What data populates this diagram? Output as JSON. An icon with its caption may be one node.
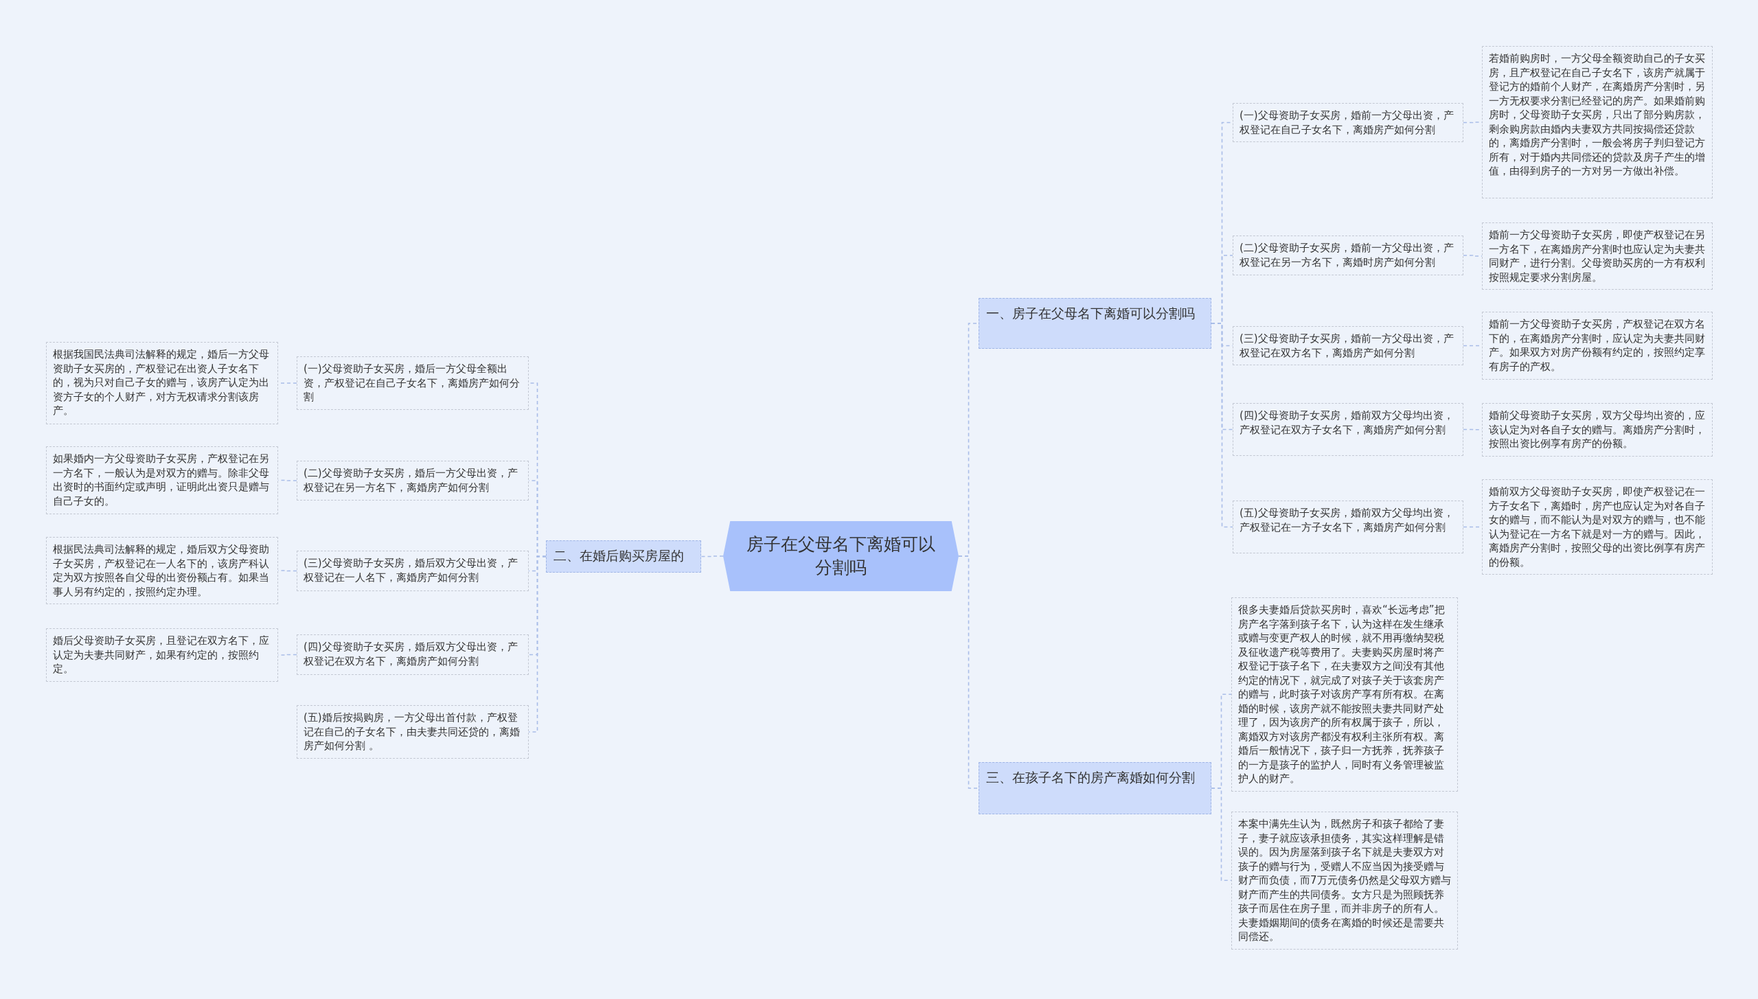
{
  "diagram": {
    "nodes": [
      {
        "text": [
          "房子在父母名下离婚可以分割吗"
        ]
      },
      {
        "text": [
          "一、房子在父母名下离婚可以分割吗"
        ]
      },
      {
        "text": [
          "(一)父母资助子女买房，婚前一方父母出资，产权登记在自己子女名下，离婚房产如何分割"
        ]
      },
      {
        "text": [
          "若婚前购房时，一方父母全额资助自己的子女买房，且产权登记在自己子女名下，该房产就属于登记方的婚前个人财产，在离婚房产分割时，另一方无权要求分割已经登记的房产。如果婚前购房时，父母资助子女买房，只出了部分购房款，剩余购房款由婚内夫妻双方共同按揭偿还贷款的，离婚房产分割时，一般会将房子判归登记方所有，对于婚内共同偿还的贷款及房子产生的增值，由得到房子的一方对另一方做出补偿。"
        ]
      },
      {
        "text": [
          "(二)父母资助子女买房，婚前一方父母出资，产权登记在另一方名下，离婚时房产如何分割"
        ]
      },
      {
        "text": [
          "婚前一方父母资助子女买房，即使产权登记在另一方名下，在离婚房产分割时也应认定为夫妻共同财产，进行分割。父母资助买房的一方有权利按照规定要求分割房屋。"
        ]
      },
      {
        "text": [
          "(三)父母资助子女买房，婚前一方父母出资，产权登记在双方名下，离婚房产如何分割"
        ]
      },
      {
        "text": [
          "婚前一方父母资助子女买房，产权登记在双方名下的，在离婚房产分割时，应认定为夫妻共同财产。如果双方对房产份额有约定的，按照约定享有房子的产权。"
        ]
      },
      {
        "text": [
          "(四)父母资助子女买房，婚前双方父母均出资，产权登记在双方子女名下，离婚房产如何分割"
        ]
      },
      {
        "text": [
          "婚前父母资助子女买房，双方父母均出资的，应该认定为对各自子女的赠与。离婚房产分割时，按照出资比例享有房产的份额。"
        ]
      },
      {
        "text": [
          "(五)父母资助子女买房，婚前双方父母均出资，产权登记在一方子女名下，离婚房产如何分割"
        ]
      },
      {
        "text": [
          "婚前双方父母资助子女买房，即使产权登记在一方子女名下，离婚时，房产也应认定为对各自子女的赠与，而不能认为是对双方的赠与，也不能认为登记在一方名下就是对一方的赠与。因此，离婚房产分割时，按照父母的出资比例享有房产的份额。"
        ]
      },
      {
        "text": [
          "二、在婚后购买房屋的"
        ]
      },
      {
        "text": [
          "(一)父母资助子女买房，婚后一方父母全额出资，产权登记在自己子女名下，离婚房产如何分割"
        ]
      },
      {
        "text": [
          "根据我国民法典司法解释的规定，婚后一方父母资助子女买房的，产权登记在出资人子女名下的，视为只对自己子女的赠与，该房产认定为出资方子女的个人财产，对方无权请求分割该房产。"
        ]
      },
      {
        "text": [
          "(二)父母资助子女买房，婚后一方父母出资，产权登记在另一方名下，离婚房产如何分割"
        ]
      },
      {
        "text": [
          "如果婚内一方父母资助子女买房，产权登记在另一方名下，一般认为是对双方的赠与。除非父母出资时的书面约定或声明，证明此出资只是赠与自己子女的。"
        ]
      },
      {
        "text": [
          "(三)父母资助子女买房，婚后双方父母出资，产权登记在一人名下，离婚房产如何分割"
        ]
      },
      {
        "text": [
          "根据民法典司法解释的规定，婚后双方父母资助子女买房，产权登记在一人名下的，该房产科认定为双方按照各自父母的出资份额占有。如果当事人另有约定的，按照约定办理。"
        ]
      },
      {
        "text": [
          "(四)父母资助子女买房，婚后双方父母出资，产权登记在双方名下，离婚房产如何分割"
        ]
      },
      {
        "text": [
          "婚后父母资助子女买房，且登记在双方名下，应认定为夫妻共同财产，如果有约定的，按照约定。"
        ]
      },
      {
        "text": [
          "(五)婚后按揭购房，一方父母出首付款，产权登记在自己的子女名下，由夫妻共同还贷的，离婚房产如何分割 。"
        ]
      },
      {
        "text": [
          "三、在孩子名下的房产离婚如何分割"
        ]
      },
      {
        "text": [
          "很多夫妻婚后贷款买房时，喜欢“长远考虑”把房产名字落到孩子名下，认为这样在发生继承或赠与变更产权人的时候，就不用再缴纳契税及征收遗产税等费用了。夫妻购买房屋时将产权登记于孩子名下，在夫妻双方之间没有其他约定的情况下，就完成了对孩子关于该套房产的赠与，此时孩子对该房产享有所有权。在离婚的时候，该房产就不能按照夫妻共同财产处理了，因为该房产的所有权属于孩子，所以，离婚双方对该房产都没有权利主张所有权。离婚后一般情况下，孩子归一方抚养，抚养孩子的一方是孩子的监护人，同时有义务管理被监护人的财产。"
        ]
      },
      {
        "text": [
          "本案中满先生认为，既然房子和孩子都给了妻子，妻子就应该承担债务，其实这样理解是错误的。因为房屋落到孩子名下就是夫妻双方对孩子的赠与行为，受赠人不应当因为接受赠与财产而负债，而7万元债务仍然是父母双方赠与财产而产生的共同债务。女方只是为照顾抚养孩子而居住在房子里，而并非房子的所有人。夫妻婚姻期间的债务在离婚的时候还是需要共同偿还。"
        ]
      }
    ],
    "edges": [
      {
        "from": 0,
        "to": 1,
        "arrow": "none"
      },
      {
        "from": 1,
        "to": 2,
        "arrow": "none"
      },
      {
        "from": 2,
        "to": 3,
        "arrow": "none"
      },
      {
        "from": 1,
        "to": 4,
        "arrow": "none"
      },
      {
        "from": 4,
        "to": 5,
        "arrow": "none"
      },
      {
        "from": 1,
        "to": 6,
        "arrow": "none"
      },
      {
        "from": 6,
        "to": 7,
        "arrow": "none"
      },
      {
        "from": 1,
        "to": 8,
        "arrow": "none"
      },
      {
        "from": 8,
        "to": 9,
        "arrow": "none"
      },
      {
        "from": 1,
        "to": 10,
        "arrow": "none"
      },
      {
        "from": 10,
        "to": 11,
        "arrow": "none"
      },
      {
        "from": 0,
        "to": 12,
        "arrow": "none"
      },
      {
        "from": 12,
        "to": 13,
        "arrow": "none"
      },
      {
        "from": 13,
        "to": 14,
        "arrow": "none"
      },
      {
        "from": 12,
        "to": 15,
        "arrow": "none"
      },
      {
        "from": 15,
        "to": 16,
        "arrow": "none"
      },
      {
        "from": 12,
        "to": 17,
        "arrow": "none"
      },
      {
        "from": 17,
        "to": 18,
        "arrow": "none"
      },
      {
        "from": 12,
        "to": 19,
        "arrow": "none"
      },
      {
        "from": 19,
        "to": 20,
        "arrow": "none"
      },
      {
        "from": 12,
        "to": 21,
        "arrow": "none"
      },
      {
        "from": 0,
        "to": 22,
        "arrow": "none"
      },
      {
        "from": 22,
        "to": 23,
        "arrow": "none"
      },
      {
        "from": 22,
        "to": 24,
        "arrow": "none"
      }
    ]
  }
}
